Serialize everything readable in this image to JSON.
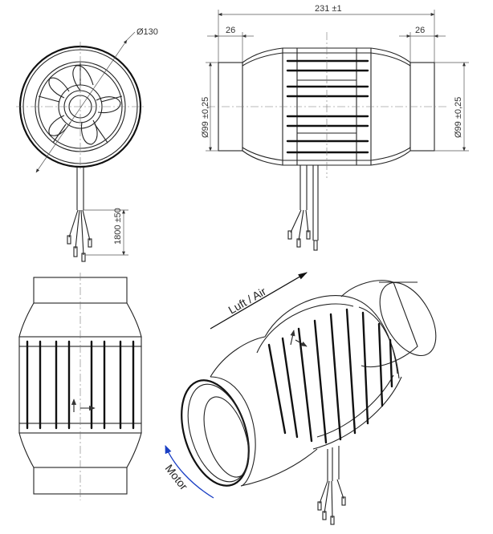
{
  "dimensions": {
    "front_diameter": "Ø130",
    "overall_length": "231 ±1",
    "left_collar": "26",
    "right_collar": "26",
    "left_diameter": "Ø99 ±0,25",
    "right_diameter": "Ø99 ±0,25",
    "cable_length": "1800 ±50"
  },
  "labels": {
    "airflow": "Luft / Air",
    "rotation": "Motor"
  },
  "colors": {
    "line": "#111111",
    "rotation_arrow": "#1a3fc4",
    "airflow_arrow": "#111111"
  }
}
